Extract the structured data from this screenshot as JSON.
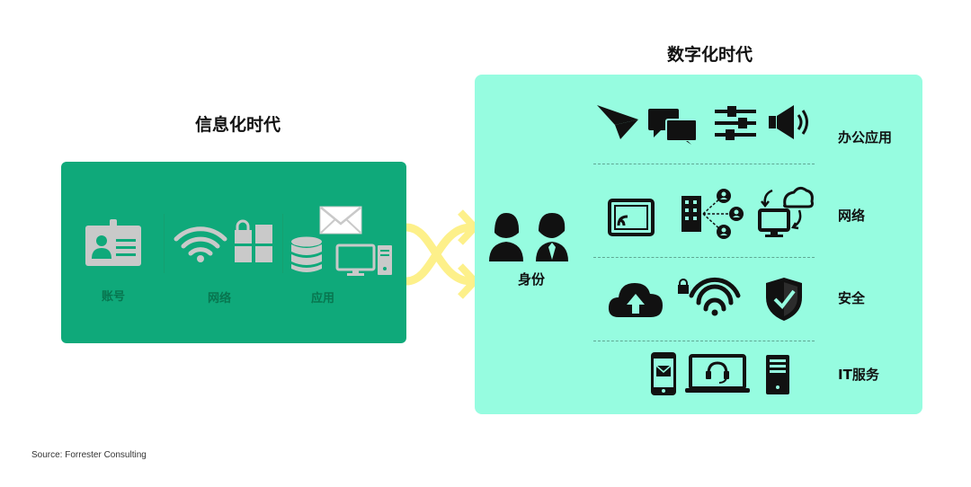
{
  "left": {
    "title": "信息化时代",
    "items": [
      {
        "label": "账号"
      },
      {
        "label": "网络"
      },
      {
        "label": "应用"
      }
    ]
  },
  "identity": {
    "label": "身份"
  },
  "right": {
    "title": "数字化时代",
    "rows": [
      {
        "label": "办公应用"
      },
      {
        "label": "网络"
      },
      {
        "label": "安全"
      },
      {
        "label": "IT服务"
      }
    ]
  },
  "source": "Source: Forrester Consulting",
  "colors": {
    "left_panel": "#0fa97a",
    "left_icons": "#c9c9c9",
    "right_panel": "#96fce0",
    "arrows": "#fdf08a",
    "icons_dark": "#111111"
  }
}
